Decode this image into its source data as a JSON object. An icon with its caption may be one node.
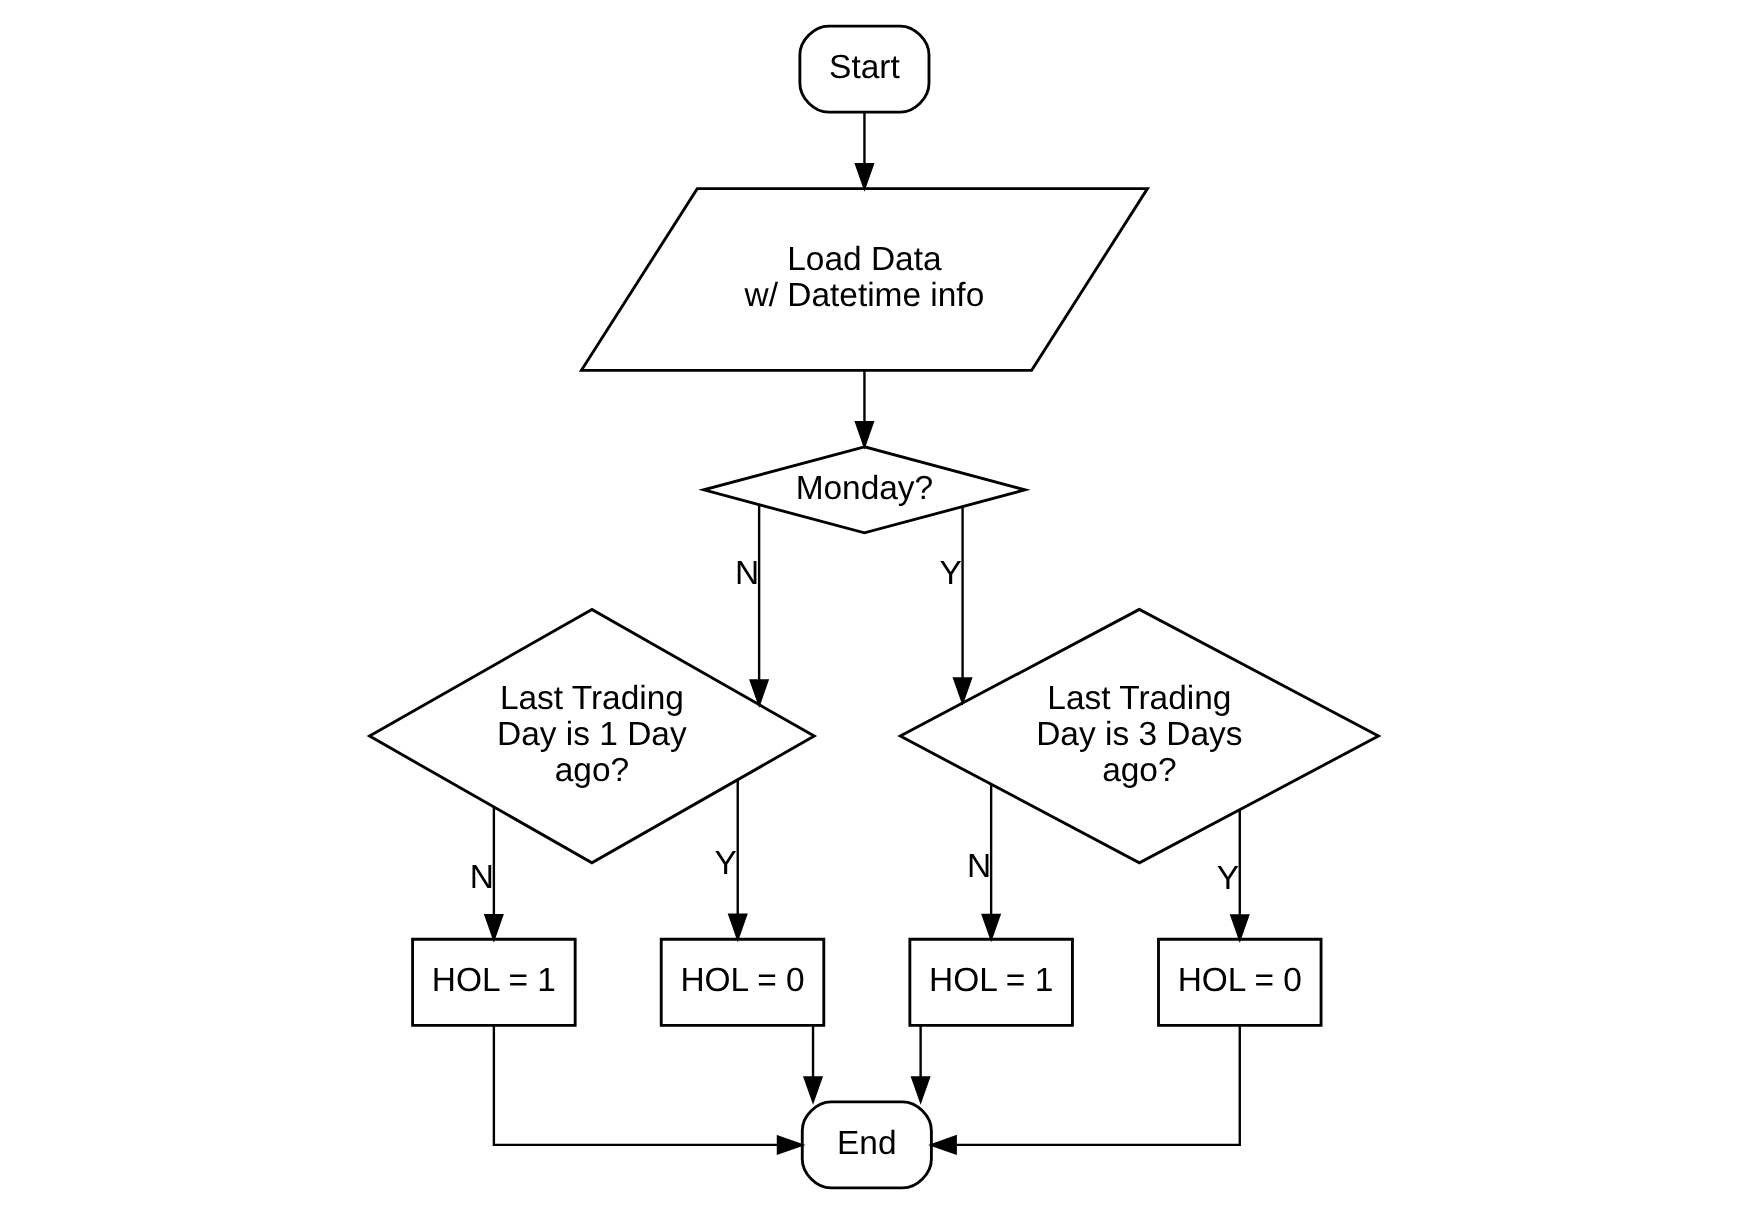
{
  "diagram": {
    "nodes": [
      {
        "text": [
          "Start"
        ]
      },
      {
        "text": [
          "Load Data w/ Datetime info"
        ]
      },
      {
        "text": [
          "Monday?"
        ]
      },
      {
        "text": [
          "Last Trading Day is 1 Day ago?"
        ]
      },
      {
        "text": [
          "Last Trading Day is 3 Days ago?"
        ]
      },
      {
        "text": [
          "HOL = 1"
        ]
      },
      {
        "text": [
          "HOL = 0"
        ]
      },
      {
        "text": [
          "HOL = 1"
        ]
      },
      {
        "text": [
          "HOL = 0"
        ]
      },
      {
        "text": [
          "End"
        ]
      }
    ],
    "edges": [
      {
        "from": 0,
        "to": 1,
        "arrow": "to"
      },
      {
        "from": 1,
        "to": 2,
        "arrow": "to"
      },
      {
        "from": 2,
        "to": 3,
        "label": "N",
        "arrow": "to"
      },
      {
        "from": 2,
        "to": 4,
        "label": "Y",
        "arrow": "to"
      },
      {
        "from": 3,
        "to": 5,
        "label": "N",
        "arrow": "to"
      },
      {
        "from": 3,
        "to": 6,
        "label": "Y",
        "arrow": "to"
      },
      {
        "from": 4,
        "to": 7,
        "label": "N",
        "arrow": "to"
      },
      {
        "from": 4,
        "to": 8,
        "label": "Y",
        "arrow": "to"
      },
      {
        "from": 5,
        "to": 9,
        "arrow": "to"
      },
      {
        "from": 6,
        "to": 9,
        "arrow": "to"
      },
      {
        "from": 7,
        "to": 9,
        "arrow": "to"
      },
      {
        "from": 8,
        "to": 9,
        "arrow": "to"
      }
    ]
  }
}
